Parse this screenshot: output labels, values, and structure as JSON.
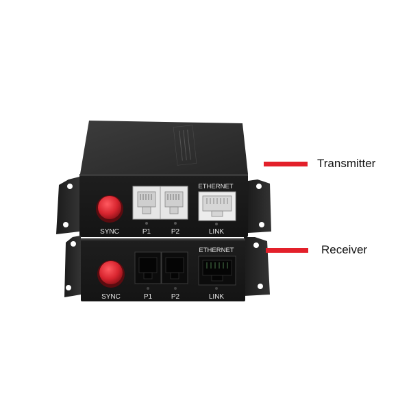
{
  "callouts": {
    "transmitter": "Transmitter",
    "receiver": "Receiver"
  },
  "transmitter_unit": {
    "button_label": "SYNC",
    "port1_label": "P1",
    "port2_label": "P2",
    "ethernet_label": "ETHERNET",
    "link_label": "LINK"
  },
  "receiver_unit": {
    "button_label": "SYNC",
    "port1_label": "P1",
    "port2_label": "P2",
    "ethernet_label": "ETHERNET",
    "link_label": "LINK"
  },
  "colors": {
    "accent_red": "#e3202a",
    "sync_button": "#d8252f",
    "chassis": "#2b2b2b"
  }
}
